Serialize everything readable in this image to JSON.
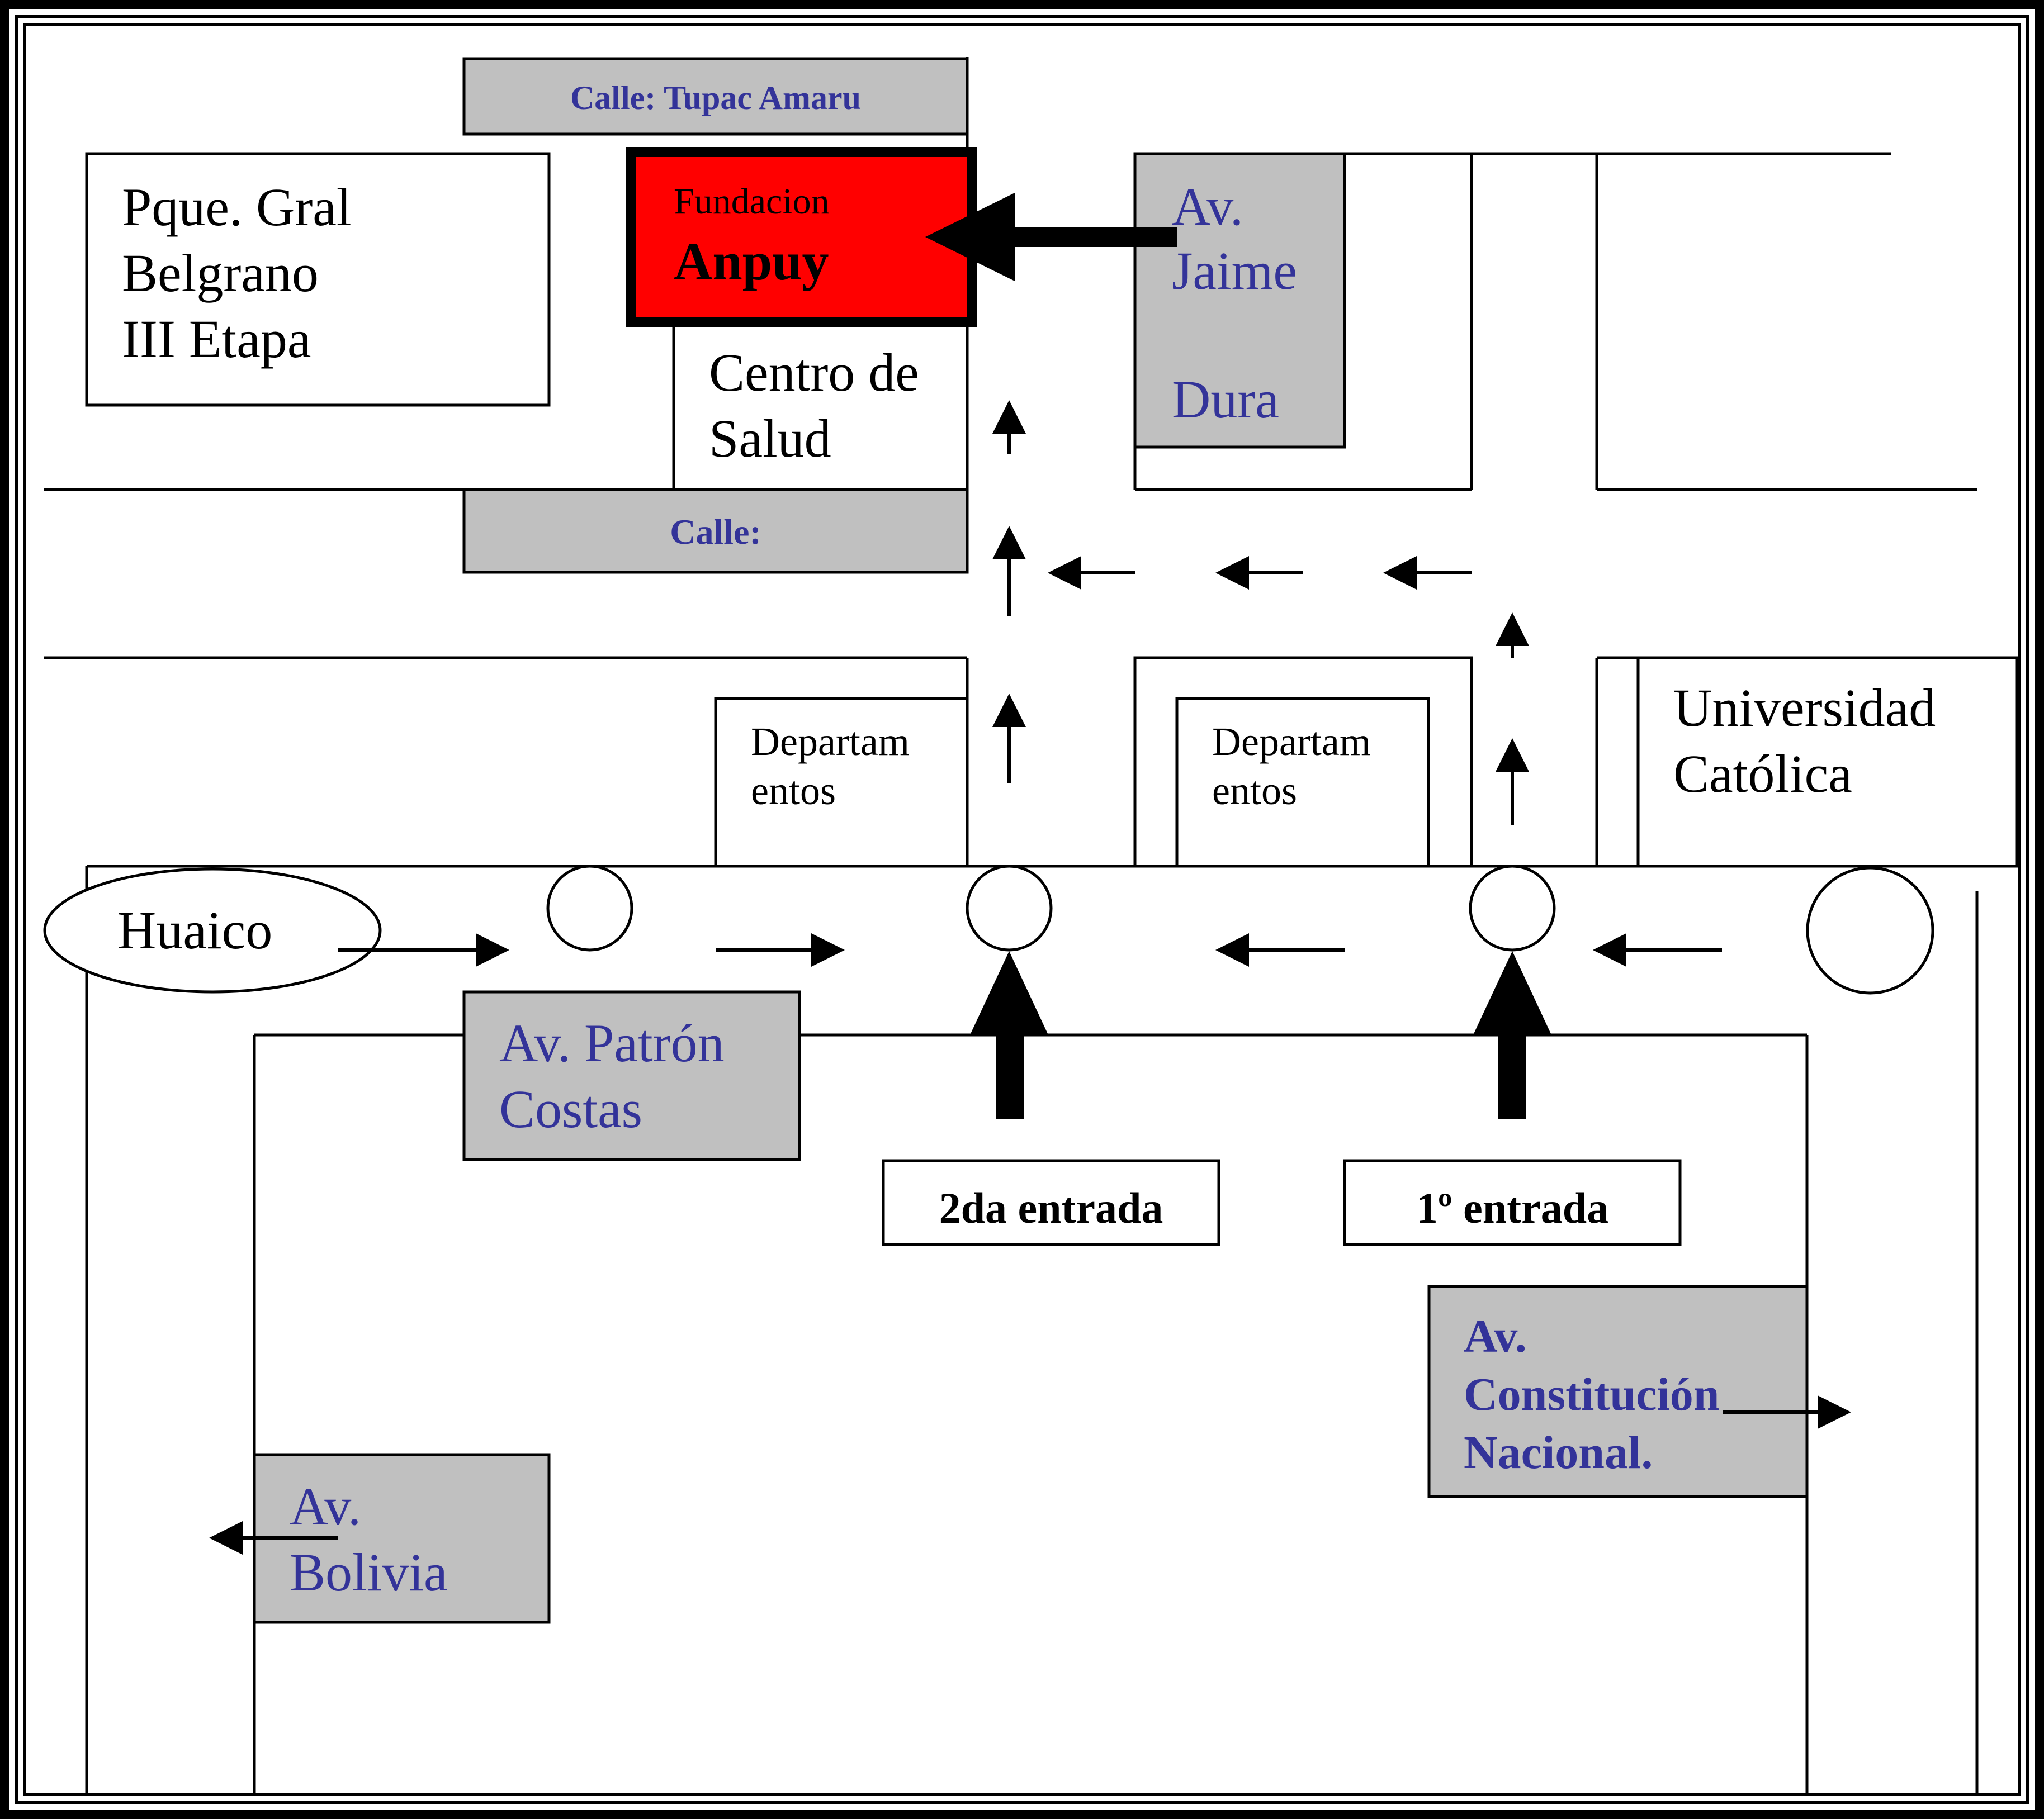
{
  "colors": {
    "highlight": "#ff0000",
    "street_box": "#c0c0c0",
    "street_text": "#333399",
    "lines": "#000000"
  },
  "labels": {
    "calle_tupac_amaru": "Calle: Tupac Amaru",
    "calle": "Calle:",
    "pque_belgrano": "Pque. Gral\nBelgrano\nIII Etapa",
    "fundacion_small": "Fundacion",
    "fundacion_name": "Anpuy",
    "centro_salud": "Centro de\nSalud",
    "av_jaime_dura": "Av.\nJaime\n\nDura",
    "departamentos_left": "Departam\nentos",
    "departamentos_right": "Departam\nentos",
    "universidad": "Universidad\nCatólica",
    "huaico": "Huaico",
    "av_patron_costas": "Av. Patrón\nCostas",
    "segunda_entrada": "2da entrada",
    "primera_entrada": "1º entrada",
    "av_constitucion": "Av.\nConstitución\nNacional.",
    "av_bolivia": "Av.\nBolivia"
  },
  "arrow_icons": [
    "arrow-up-icon",
    "arrow-left-icon",
    "arrow-right-icon",
    "entrance-arrow-icon",
    "pointer-arrow-icon"
  ],
  "roundabout_icon": "roundabout-icon"
}
